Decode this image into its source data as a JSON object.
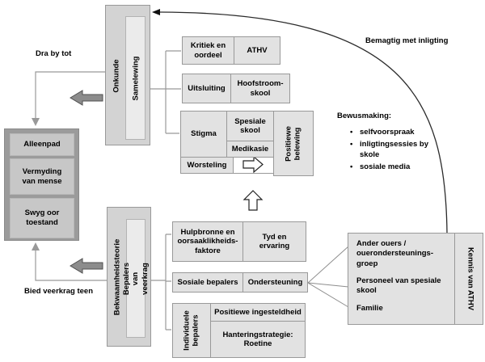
{
  "labels": {
    "dra_by_tot": "Dra by tot",
    "bemagtig_met_inligting": "Bemagtig met inligting",
    "bied_veerkrag_teen": "Bied veerkrag teen"
  },
  "isolation_group": {
    "items": [
      "Alleenpad",
      "Vermyding\nvan mense",
      "Swyg oor\ntoestand"
    ]
  },
  "society_group": {
    "outer_label": "Onkunde",
    "inner_label": "Samelewing"
  },
  "stigma_section": {
    "kritiek_en_oordeel": "Kritiek en\noordeel",
    "athv": "ATHV",
    "uitsluiting": "Uitsluiting",
    "hoofstroomskool": "Hoofstroom-\nskool",
    "stigma": "Stigma",
    "spesiale_skool": "Spesiale\nskool",
    "medikasie": "Medikasie",
    "worsteling": "Worsteling",
    "positiewe_belewing": "Positiewe\nbelewing"
  },
  "bewusmaking": {
    "heading": "Bewusmaking:",
    "bullets": [
      "selfvoorspraak",
      "inligtingsessies by skole",
      "sosiale media"
    ]
  },
  "resilience_group": {
    "outer_label": "Bekwaamheidsteorie",
    "inner_label": "Bepalers van veerkrag",
    "hulpbronne": "Hulpbronne en\noorsaaklikheids-\nfaktore",
    "tyd_en_ervaring": "Tyd en\nervaring",
    "sosiale_bepalers": "Sosiale bepalers",
    "ondersteuning": "Ondersteuning",
    "individuele_bepalers": "Individuele\nbepalers",
    "positiewe_ingesteldheid": "Positiewe ingesteldheid",
    "hanteringstrategie": "Hanteringstrategie:\nRoetine"
  },
  "support_group": {
    "items": [
      "Ander ouers /\nouerondersteunings-\ngroep",
      "Personeel van spesiale\nskool",
      "Familie"
    ],
    "kennis_van_athv": "Kennis van ATHV"
  },
  "colors": {
    "cell_fill": "#e2e2e2",
    "cell_border": "#999999",
    "group_fill": "#d3d3d3",
    "inner_fill": "#ebebeb",
    "dark_frame": "#9b9b9b",
    "dark_cell": "#c7c7c7",
    "block_arrow": "#8c8c8c",
    "connector_line": "#999999",
    "curve_line": "#2b2b2b"
  }
}
